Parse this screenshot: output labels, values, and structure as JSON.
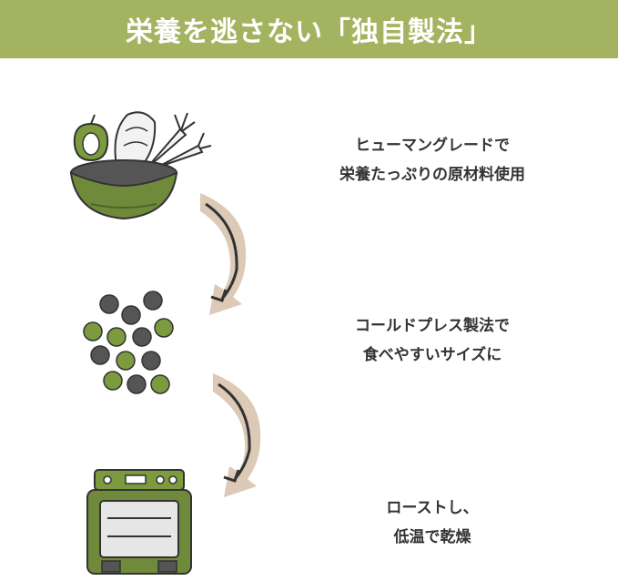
{
  "header": {
    "title": "栄養を逃さない「独自製法」"
  },
  "steps": [
    {
      "line1": "ヒューマングレードで",
      "line2": "栄養たっぷりの原材料使用",
      "icon": "ingredients-bowl-icon"
    },
    {
      "line1": "コールドプレス製法で",
      "line2": "食べやすいサイズに",
      "icon": "kibble-pellets-icon"
    },
    {
      "line1": "ローストし、",
      "line2": "低温で乾燥",
      "icon": "oven-icon"
    }
  ],
  "colors": {
    "banner": "#a3b35f",
    "green": "#6f8a3a",
    "ink": "#333333",
    "arrow": "#dcc9b6"
  }
}
